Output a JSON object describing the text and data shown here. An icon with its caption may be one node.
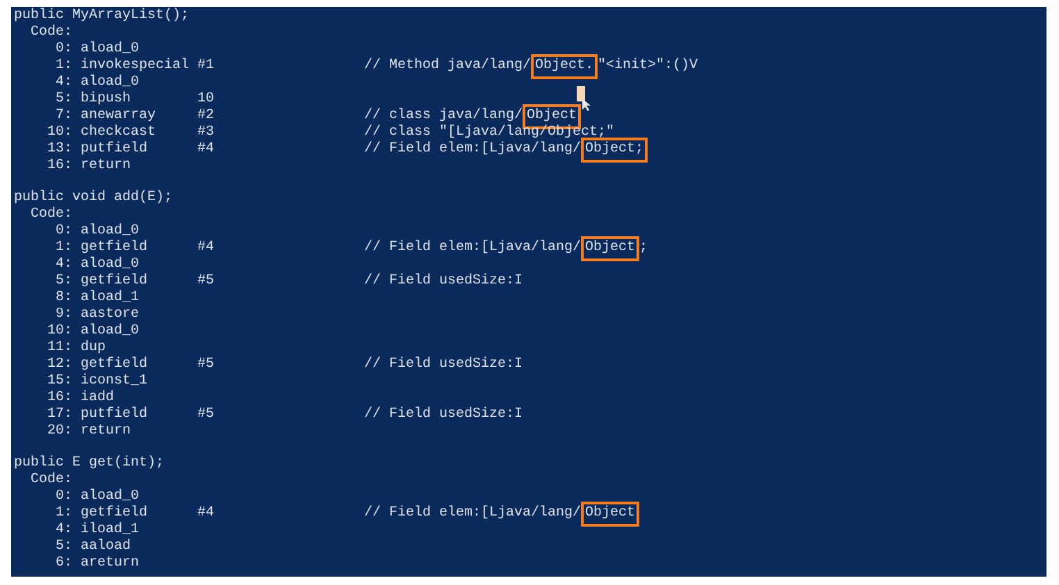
{
  "diagram": {
    "nodes": [
      {
        "text": [
          "Object."
        ]
      },
      {
        "text": [
          "Object"
        ]
      },
      {
        "text": [
          "Object;"
        ]
      },
      {
        "text": [
          "Object"
        ]
      },
      {
        "text": [
          "Object"
        ]
      }
    ],
    "labels": [
      "public MyArrayList();",
      "Code:",
      "0: aload_0",
      "1: invokespecial",
      "#1",
      "// Method java/lang/",
      "\"<init>\":()V",
      "4: aload_0",
      "5: bipush",
      "10",
      "7: anewarray",
      "#2",
      "// class java/lang/",
      "10: checkcast",
      "#3",
      "// class \"[Ljava/lang/Object;\"",
      "13: putfield",
      "#4",
      "// Field elem:[Ljava/lang/",
      "16: return",
      "public void add(E);",
      "Code:",
      "0: aload_0",
      "1: getfield",
      "#4",
      "// Field elem:[Ljava/lang/",
      ";",
      "4: aload_0",
      "5: getfield",
      "#5",
      "// Field usedSize:I",
      "8: aload_1",
      "9: aastore",
      "10: aload_0",
      "11: dup",
      "12: getfield",
      "#5",
      "// Field usedSize:I",
      "15: iconst_1",
      "16: iadd",
      "17: putfield",
      "#5",
      "// Field usedSize:I",
      "20: return",
      "public E get(int);",
      "Code:",
      "0: aload_0",
      "1: getfield",
      "#4",
      "// Field elem:[Ljava/lang/",
      "4: iload_1",
      "5: aaload",
      "6: areturn"
    ]
  }
}
